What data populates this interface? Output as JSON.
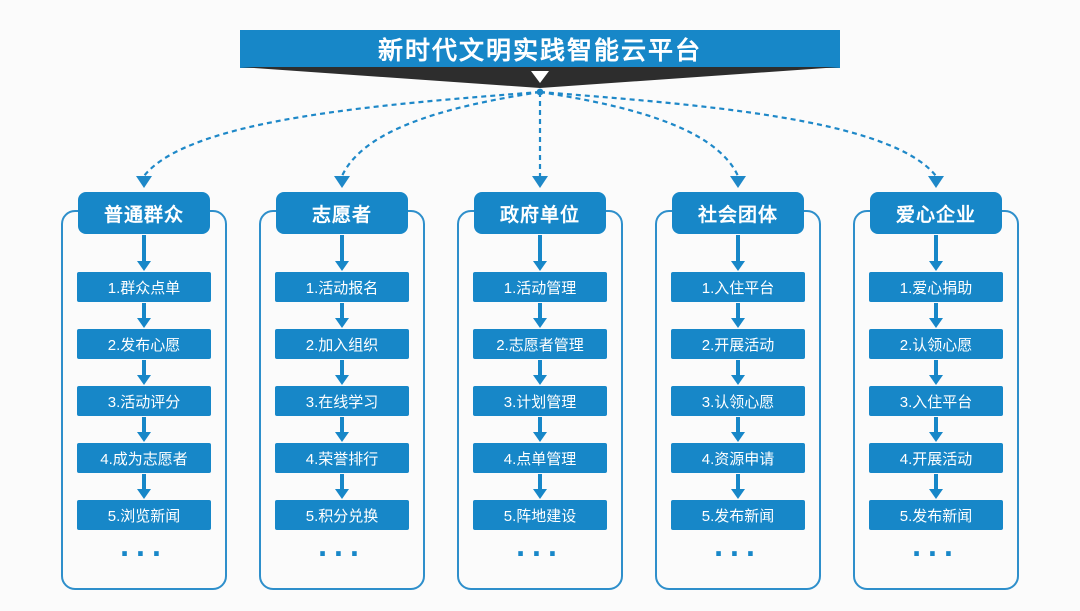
{
  "banner": {
    "title": "新时代文明实践智能云平台"
  },
  "colors": {
    "primary_blue": "#1787c8",
    "outline_blue": "#2e8fcb",
    "dashed_connector_blue": "#1e88c8",
    "ribbon_dark": "#2d2d2d",
    "text_white": "#ffffff",
    "background": "#fbfbfb"
  },
  "columns": [
    {
      "header": "普通群众",
      "items": [
        "1.群众点单",
        "2.发布心愿",
        "3.活动评分",
        "4.成为志愿者",
        "5.浏览新闻"
      ],
      "ellipsis": "..."
    },
    {
      "header": "志愿者",
      "items": [
        "1.活动报名",
        "2.加入组织",
        "3.在线学习",
        "4.荣誉排行",
        "5.积分兑换"
      ],
      "ellipsis": "..."
    },
    {
      "header": "政府单位",
      "items": [
        "1.活动管理",
        "2.志愿者管理",
        "3.计划管理",
        "4.点单管理",
        "5.阵地建设"
      ],
      "ellipsis": "..."
    },
    {
      "header": "社会团体",
      "items": [
        "1.入住平台",
        "2.开展活动",
        "3.认领心愿",
        "4.资源申请",
        "5.发布新闻"
      ],
      "ellipsis": "..."
    },
    {
      "header": "爱心企业",
      "items": [
        "1.爱心捐助",
        "2.认领心愿",
        "3.入住平台",
        "4.开展活动",
        "5.发布新闻"
      ],
      "ellipsis": "..."
    }
  ]
}
